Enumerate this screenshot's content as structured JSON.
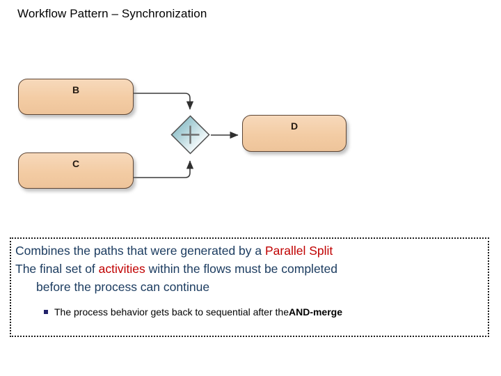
{
  "slide": {
    "title": "Workflow Pattern – Synchronization"
  },
  "diagram": {
    "type": "workflow-pattern",
    "nodes": [
      {
        "id": "b",
        "label": "B",
        "shape": "rounded-rectangle"
      },
      {
        "id": "c",
        "label": "C",
        "shape": "rounded-rectangle"
      },
      {
        "id": "gateway",
        "label": "+",
        "shape": "diamond",
        "semantic": "and-join-gateway"
      },
      {
        "id": "d",
        "label": "D",
        "shape": "rounded-rectangle"
      }
    ],
    "edges": [
      {
        "from": "b",
        "to": "gateway"
      },
      {
        "from": "c",
        "to": "gateway"
      },
      {
        "from": "gateway",
        "to": "d"
      }
    ],
    "colors": {
      "task_fill": "#f3cca4",
      "task_border": "#5c4433",
      "gateway_fill_dark": "#79b3bd",
      "gateway_fill_light": "#ffffff",
      "gateway_border": "#4c4c4c",
      "connector": "#3a3a3a"
    }
  },
  "body": {
    "line1": {
      "text_before": "Combines the paths that were generated by a ",
      "highlight": "Parallel Split"
    },
    "line2": {
      "text_before": "The final set of ",
      "highlight": "activities",
      "text_after": " within the flows must be completed"
    },
    "line3": {
      "text": "before the process can continue"
    },
    "sub_bullet": {
      "marker": "square-bullet",
      "text_before": "The process behavior gets back to sequential after the ",
      "strong": "AND-merge"
    },
    "colors": {
      "text": "#1c3c60",
      "highlight": "#c00000",
      "sub_text": "#000000",
      "bullet": "#22226a",
      "border": "#1b1b1b"
    }
  }
}
